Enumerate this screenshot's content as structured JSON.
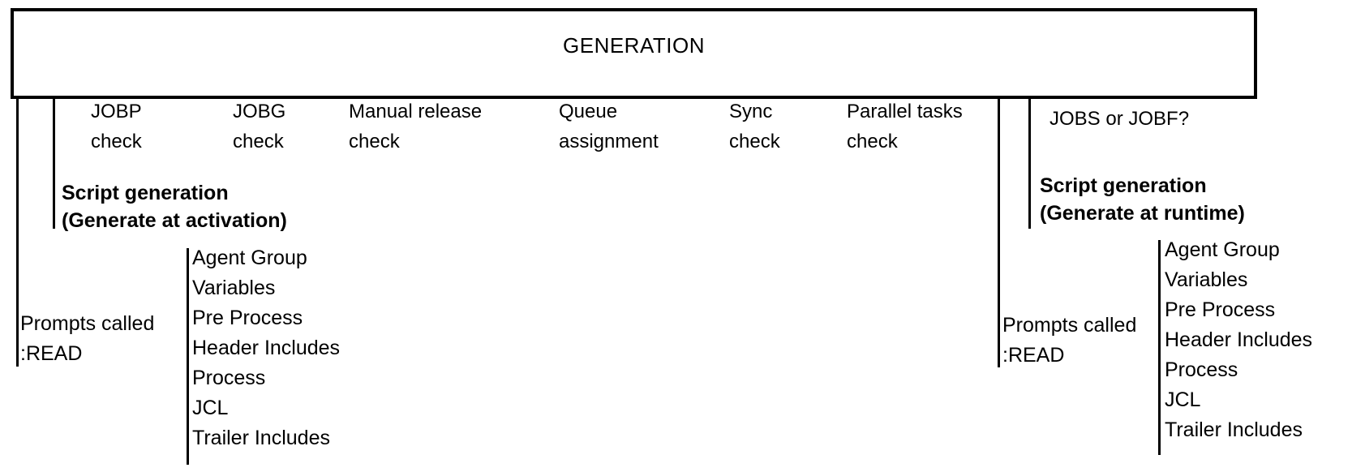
{
  "title": "GENERATION",
  "colors": {
    "ink": "#000000",
    "background": "#ffffff"
  },
  "left_branch": {
    "checks": [
      {
        "line1": "JOBP",
        "line2": "check"
      },
      {
        "line1": "JOBG",
        "line2": "check"
      },
      {
        "line1": "Manual release",
        "line2": "check"
      },
      {
        "line1": "Queue",
        "line2": "assignment"
      },
      {
        "line1": "Sync",
        "line2": "check"
      },
      {
        "line1": "Parallel tasks",
        "line2": "check"
      }
    ],
    "script_generation": {
      "line1": "Script generation",
      "line2": "(Generate at activation)"
    },
    "prompts": {
      "line1": "Prompts called",
      "line2": ":READ"
    },
    "script_parts": [
      "Agent Group",
      "Variables",
      "Pre Process",
      "Header Includes",
      "Process",
      "JCL",
      "Trailer Includes"
    ]
  },
  "right_branch": {
    "question": "JOBS or JOBF?",
    "script_generation": {
      "line1": "Script generation",
      "line2": "(Generate at runtime)"
    },
    "prompts": {
      "line1": "Prompts called",
      "line2": ":READ"
    },
    "script_parts": [
      "Agent Group",
      "Variables",
      "Pre Process",
      "Header Includes",
      "Process",
      "JCL",
      "Trailer Includes"
    ]
  }
}
